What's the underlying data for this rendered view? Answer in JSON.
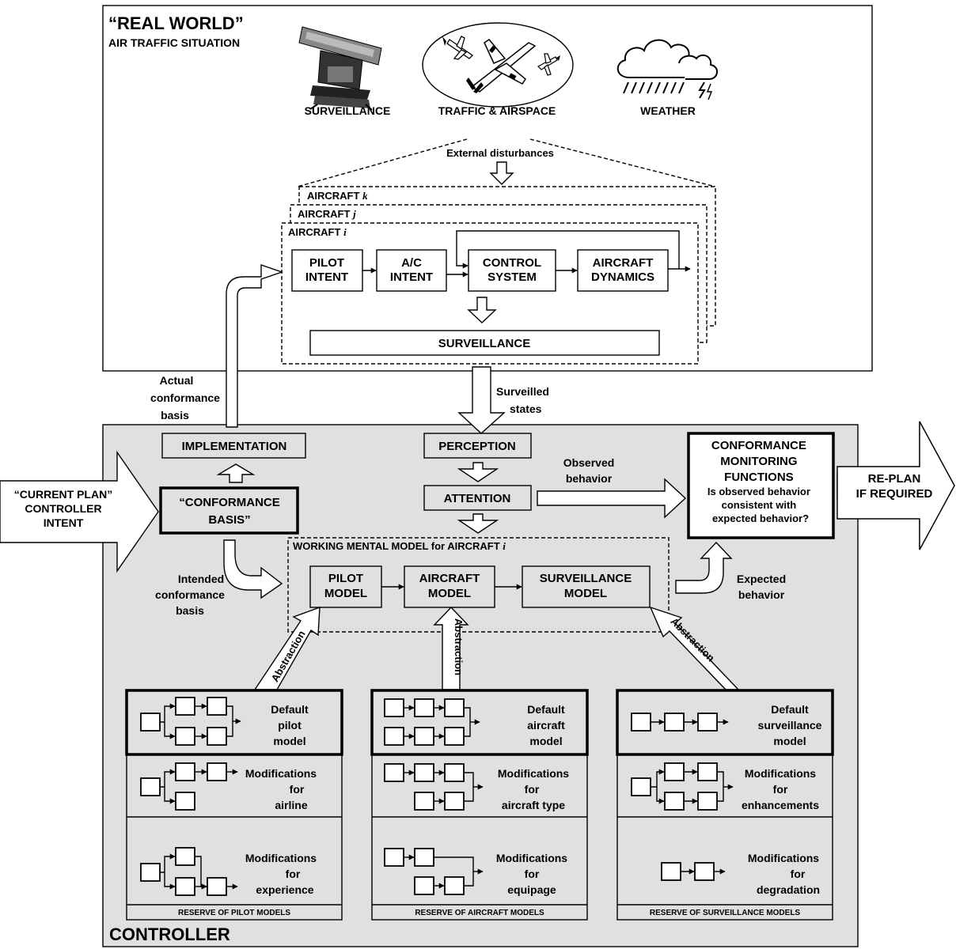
{
  "real_world": {
    "title": "“REAL WORLD”",
    "subtitle": "AIR TRAFFIC SITUATION",
    "icons": [
      {
        "label": "SURVEILLANCE",
        "icon": "radar-icon"
      },
      {
        "label": "TRAFFIC & AIRSPACE",
        "icon": "aircraft-icon"
      },
      {
        "label": "WEATHER",
        "icon": "storm-cloud-icon"
      }
    ],
    "external_disturbances": "External disturbances",
    "aircraft_k": "AIRCRAFT",
    "aircraft_k_var": "k",
    "aircraft_j": "AIRCRAFT",
    "aircraft_j_var": "j",
    "aircraft_i": "AIRCRAFT",
    "aircraft_i_var": "i",
    "pilot_intent": [
      "PILOT",
      "INTENT"
    ],
    "ac_intent": [
      "A/C",
      "INTENT"
    ],
    "control_system": [
      "CONTROL",
      "SYSTEM"
    ],
    "aircraft_dynamics": [
      "AIRCRAFT",
      "DYNAMICS"
    ],
    "surveillance_bar": "SURVEILLANCE"
  },
  "actual_conformance": [
    "Actual",
    "conformance",
    "basis"
  ],
  "surveilled_states": [
    "Surveilled",
    "states"
  ],
  "controller": {
    "title": "CONTROLLER",
    "implementation": "IMPLEMENTATION",
    "perception": "PERCEPTION",
    "attention": "ATTENTION",
    "conformance_basis": [
      "“CONFORMANCE",
      "BASIS”"
    ],
    "current_plan": [
      "“CURRENT PLAN”",
      "CONTROLLER",
      "INTENT"
    ],
    "replan": [
      "RE-PLAN",
      "IF REQUIRED"
    ],
    "observed_behavior": [
      "Observed",
      "behavior"
    ],
    "expected_behavior": [
      "Expected",
      "behavior"
    ],
    "intended_conformance": [
      "Intended",
      "conformance",
      "basis"
    ],
    "monitoring": [
      "CONFORMANCE",
      "MONITORING",
      "FUNCTIONS",
      "Is observed behavior",
      "consistent with",
      "expected behavior?"
    ],
    "working_model_title": "WORKING MENTAL MODEL for AIRCRAFT",
    "working_model_var": "i",
    "pilot_model": [
      "PILOT",
      "MODEL"
    ],
    "aircraft_model": [
      "AIRCRAFT",
      "MODEL"
    ],
    "surveillance_model": [
      "SURVEILLANCE",
      "MODEL"
    ],
    "abstraction": "Abstraction"
  },
  "reserves": [
    {
      "footer": "RESERVE OF PILOT MODELS",
      "default": [
        "Default",
        "pilot",
        "model"
      ],
      "mod1": [
        "Modifications",
        "for",
        "airline"
      ],
      "mod2": [
        "Modifications",
        "for",
        "experience"
      ]
    },
    {
      "footer": "RESERVE OF AIRCRAFT MODELS",
      "default": [
        "Default",
        "aircraft",
        "model"
      ],
      "mod1": [
        "Modifications",
        "for",
        "aircraft type"
      ],
      "mod2": [
        "Modifications",
        "for",
        "equipage"
      ]
    },
    {
      "footer": "RESERVE OF SURVEILLANCE MODELS",
      "default": [
        "Default",
        "surveillance",
        "model"
      ],
      "mod1": [
        "Modifications",
        "for",
        "enhancements"
      ],
      "mod2": [
        "Modifications",
        "for",
        "degradation"
      ]
    }
  ]
}
